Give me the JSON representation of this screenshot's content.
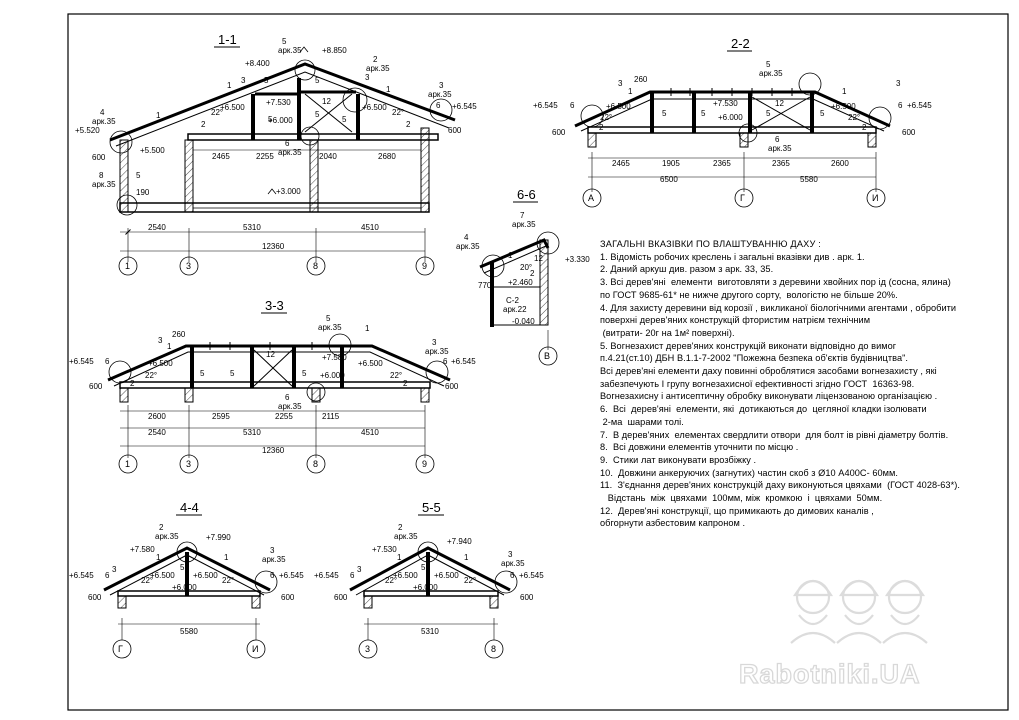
{
  "sections": {
    "s11": {
      "title": "1-1"
    },
    "s22": {
      "title": "2-2"
    },
    "s33": {
      "title": "3-3"
    },
    "s44": {
      "title": "4-4"
    },
    "s55": {
      "title": "5-5"
    },
    "s66": {
      "title": "6-6"
    }
  },
  "s11": {
    "elev_top": "+8.850",
    "elev_8400": "+8.400",
    "elev_7530": "+7.530",
    "elev_6500a": "+6.500",
    "elev_6500b": "+6.500",
    "elev_6545": "+6.545",
    "elev_6000": "+6.000",
    "elev_5520": "+5.520",
    "elev_5500": "+5.500",
    "elev_3000": "+3.000",
    "dim_600a": "600",
    "dim_600b": "600",
    "dim_190": "190",
    "d2465": "2465",
    "d2255": "2255",
    "d2040": "2040",
    "d2680": "2680",
    "d2540": "2540",
    "d5310": "5310",
    "d4510": "4510",
    "d12360": "12360",
    "node4": "4",
    "node5": "5",
    "node2": "2",
    "node3": "3",
    "node6": "6",
    "node8": "8",
    "ark35a": "арк.35",
    "ark35b": "арк.35",
    "ark35c": "арк.35",
    "ark35d": "арк.35",
    "ark35e": "арк.35",
    "ark35f": "арк.35",
    "ang22a": "22°",
    "ang22b": "22°",
    "n12": "12",
    "n1a": "1",
    "n1b": "1",
    "n1c": "1",
    "n3a": "3",
    "n3b": "3",
    "n5a": "5",
    "n5b": "5",
    "n5c": "5",
    "n5d": "5",
    "n2a": "2",
    "n2b": "2",
    "n6a": "6",
    "n5e": "5",
    "n4b": "4",
    "axes": [
      "1",
      "3",
      "8",
      "9"
    ]
  },
  "s22": {
    "elev_6545a": "+6.545",
    "elev_6545b": "+6.545",
    "elev_6500a": "+6.500",
    "elev_6500b": "+6.500",
    "elev_7530": "+7.530",
    "elev_6000": "+6.000",
    "dim_600a": "600",
    "dim_600b": "600",
    "d260": "260",
    "d2465": "2465",
    "d1905": "1905",
    "d2365a": "2365",
    "d2365b": "2365",
    "d2600": "2600",
    "d6500": "6500",
    "d5580": "5580",
    "ark35a": "арк.35",
    "ark35b": "арк.35",
    "node3": "3",
    "node5": "5",
    "node6": "6",
    "node6b": "6",
    "n1": "1",
    "n1b": "1",
    "n12": "12",
    "n5a": "5",
    "n5b": "5",
    "n5c": "5",
    "n5d": "5",
    "n6a": "6",
    "n6b": "6",
    "n2": "2",
    "n2b": "2",
    "ang22a": "22°",
    "ang22b": "22°",
    "axes": [
      "А",
      "Г",
      "И"
    ]
  },
  "s33": {
    "elev_6545a": "+6.545",
    "elev_6545b": "+6.545",
    "elev_6500a": "+6.500",
    "elev_6500b": "+6.500",
    "elev_7580": "+7.580",
    "elev_6000": "+6.000",
    "dim_600a": "600",
    "dim_600b": "600",
    "d260": "260",
    "d2600": "2600",
    "d2595": "2595",
    "d2255": "2255",
    "d2115": "2115",
    "d2540": "2540",
    "d5310": "5310",
    "d4510": "4510",
    "d12360": "12360",
    "ark35a": "арк.35",
    "ark35b": "арк.35",
    "ark35c": "арк.35",
    "node3": "3",
    "node5": "5",
    "node6": "6",
    "n1": "1",
    "n1b": "1",
    "n12": "12",
    "n5a": "5",
    "n5b": "5",
    "n5c": "5",
    "n5d": "5",
    "n6a": "6",
    "n6b": "6",
    "n2": "2",
    "n2b": "2",
    "ang22a": "22°",
    "ang22b": "22°",
    "axes": [
      "1",
      "3",
      "8",
      "9"
    ]
  },
  "s44": {
    "elev_7990": "+7.990",
    "elev_7580": "+7.580",
    "elev_6545a": "+6.545",
    "elev_6545b": "+6.545",
    "elev_6500a": "+6.500",
    "elev_6500b": "+6.500",
    "elev_6000": "+6.000",
    "dim_600a": "600",
    "dim_600b": "600",
    "d5580": "5580",
    "ark35a": "арк.35",
    "ark35b": "арк.35",
    "node2": "2",
    "node3": "3",
    "n1": "1",
    "n1b": "1",
    "n5": "5",
    "n6": "6",
    "n6b": "6",
    "n3": "3",
    "ang22a": "22°",
    "ang22b": "22°",
    "axes": [
      "Г",
      "И"
    ]
  },
  "s55": {
    "elev_7940": "+7.940",
    "elev_7530": "+7.530",
    "elev_6545a": "+6.545",
    "elev_6545b": "+6.545",
    "elev_6500a": "+6.500",
    "elev_6500b": "+6.500",
    "elev_6000": "+6.000",
    "dim_600a": "600",
    "dim_600b": "600",
    "d5310": "5310",
    "ark35a": "арк.35",
    "ark35b": "арк.35",
    "node2": "2",
    "node3": "3",
    "n1": "1",
    "n1b": "1",
    "n5": "5",
    "n6": "6",
    "n6b": "6",
    "n3": "3",
    "ang22a": "22°",
    "ang22b": "22°",
    "axes": [
      "3",
      "8"
    ]
  },
  "s66": {
    "node7": "7",
    "node4": "4",
    "ark35a": "арк.35",
    "ark35b": "арк.35",
    "ark22": "арк.22",
    "elev_3330": "+3.330",
    "elev_2460": "+2.460",
    "elev_m040": "-0.040",
    "d770": "770",
    "ang20": "20°",
    "n12": "12",
    "n1": "1",
    "n2": "2",
    "c2": "С-2",
    "axis": "В"
  },
  "notes": {
    "title": "ЗАГАЛЬНІ ВКАЗІВКИ ПО ВЛАШТУВАННЮ ДАХУ :",
    "lines": [
      "1. Відомість робочих креслень і загальні вказівки див . арк. 1.",
      "2. Даний аркуш див. разом з арк. 33, 35.",
      "3. Всі дерев'яні  елементи  виготовляти з деревини хвойних пор ід (сосна, ялина)",
      "по ГОСТ 9685-61* не нижче другого сорту,  вологістю не більше 20%.",
      "4. Для захисту деревини від корозії , викликаної біологічними агентами , обробити",
      "поверхні дерев'яних конструкцій фтористим натрієм технічним",
      " (витрати- 20г на 1м² поверхні).",
      "5. Вогнезахист дерев'яних конструкцій виконати відповідно до вимог",
      "п.4.21(ст.10) ДБН В.1.1-7-2002 \"Пожежна безпека об'єктів будівництва\".",
      "Всі дерев'яні елементи даху повинні оброблятися засобами вогнезахисту , які",
      "забезпечують І групу вогнезахисної ефективності згідно ГОСТ  16363-98.",
      "Вогнезахисну і антисептичну обробку виконувати ліцензованою організацією .",
      "6.  Всі  дерев'яні  елементи, які  дотикаються до  цегляної кладки ізолювати",
      " 2-ма  шарами толі.",
      "7.  В дерев'яних  елементах свердлити отвори  для болт ів рівні діаметру болтів.",
      "8.  Всі довжини елементів уточнити по місцю .",
      "9.  Стики лат виконувати врозбіжку .",
      "10.  Довжини анкеруючих (загнутих) частин скоб з Ø10 А400С- 60мм.",
      "11.  З'єднання дерев'яних конструкцій даху виконуються цвяхами  (ГОСТ 4028-63*).",
      "   Відстань  між  цвяхами  100мм, між  кромкою  і  цвяхами  50мм.",
      "12.  Дерев'яні конструкції, що примикають до димових каналів ,",
      "обгорнути азбестовим капроном ."
    ]
  },
  "watermark": {
    "text": "Rabotniki.UA",
    "icon": "hard-hat-workers-logo"
  }
}
